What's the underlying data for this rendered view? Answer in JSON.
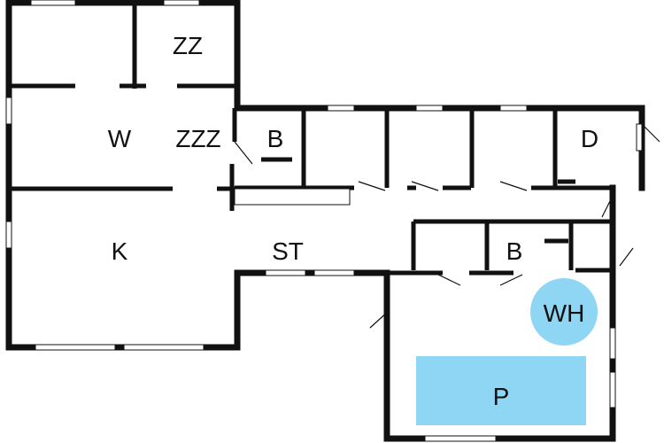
{
  "rooms": {
    "zz": "ZZ",
    "w": "W",
    "zzz": "ZZZ",
    "b1": "B",
    "d": "D",
    "k": "K",
    "st": "ST",
    "b2": "B",
    "wh": "WH",
    "p": "P"
  },
  "colors": {
    "water": "#8fd6f5",
    "wall": "#111111"
  }
}
